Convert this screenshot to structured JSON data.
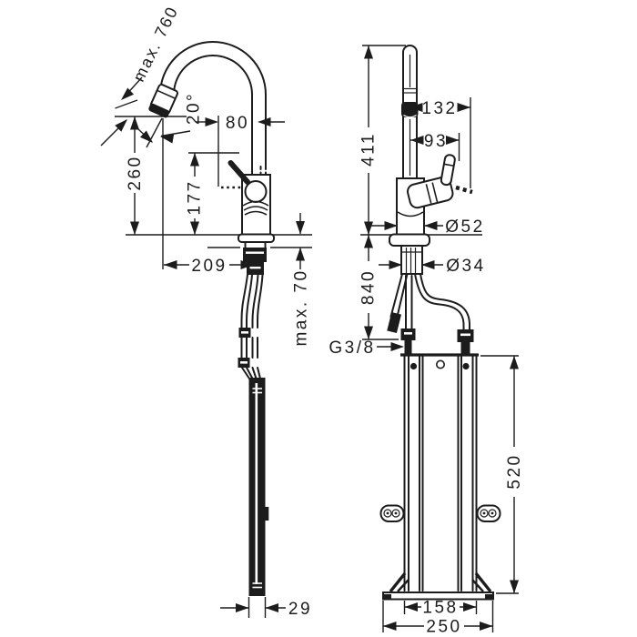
{
  "drawing": {
    "type": "faucet installation technical drawing, two orthographic views",
    "ink_color": "#1c1c1c",
    "background_color": "#ffffff"
  },
  "left_view": {
    "max_pull_out_height": "max. 760",
    "spray_head_angle": "20°",
    "spray_offset": "80",
    "spout_tip_height": "260",
    "outlet_height": "177",
    "reach": "209",
    "counter_thickness": "max. 70",
    "hose_bar_width": "29"
  },
  "right_view": {
    "handle_clearance": "132",
    "handle_offset": "93",
    "total_height": "411",
    "body_diameter": "Ø52",
    "shank_diameter": "Ø34",
    "hose_length": "840",
    "thread_size": "G3/8",
    "bracket_height": "520",
    "bracket_width": "158",
    "base_plate_width": "250"
  }
}
